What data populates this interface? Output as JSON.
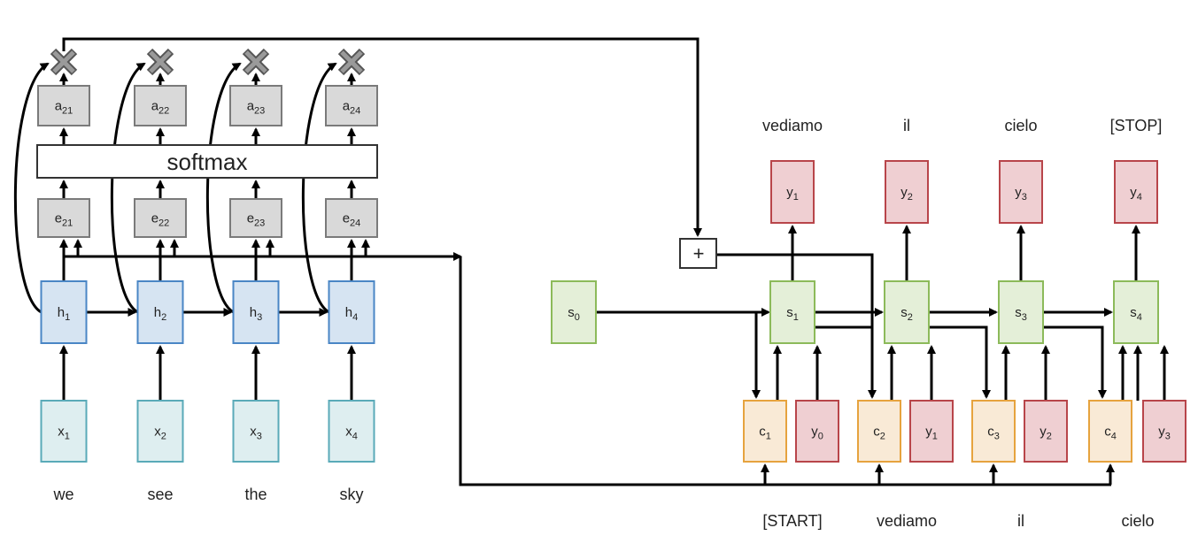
{
  "encoder": {
    "input_words": [
      "we",
      "see",
      "the",
      "sky"
    ],
    "x_nodes": [
      {
        "base": "x",
        "sub": "1"
      },
      {
        "base": "x",
        "sub": "2"
      },
      {
        "base": "x",
        "sub": "3"
      },
      {
        "base": "x",
        "sub": "4"
      }
    ],
    "h_nodes": [
      {
        "base": "h",
        "sub": "1"
      },
      {
        "base": "h",
        "sub": "2"
      },
      {
        "base": "h",
        "sub": "3"
      },
      {
        "base": "h",
        "sub": "4"
      }
    ],
    "e_nodes": [
      {
        "base": "e",
        "sub": "21"
      },
      {
        "base": "e",
        "sub": "22"
      },
      {
        "base": "e",
        "sub": "23"
      },
      {
        "base": "e",
        "sub": "24"
      }
    ],
    "a_nodes": [
      {
        "base": "a",
        "sub": "21"
      },
      {
        "base": "a",
        "sub": "22"
      },
      {
        "base": "a",
        "sub": "23"
      },
      {
        "base": "a",
        "sub": "24"
      }
    ],
    "softmax_label": "softmax",
    "multiply_symbol": "×"
  },
  "decoder": {
    "s0": {
      "base": "s",
      "sub": "0"
    },
    "s_nodes": [
      {
        "base": "s",
        "sub": "1"
      },
      {
        "base": "s",
        "sub": "2"
      },
      {
        "base": "s",
        "sub": "3"
      },
      {
        "base": "s",
        "sub": "4"
      }
    ],
    "c_nodes": [
      {
        "base": "c",
        "sub": "1"
      },
      {
        "base": "c",
        "sub": "2"
      },
      {
        "base": "c",
        "sub": "3"
      },
      {
        "base": "c",
        "sub": "4"
      }
    ],
    "y_in_nodes": [
      {
        "base": "y",
        "sub": "0"
      },
      {
        "base": "y",
        "sub": "1"
      },
      {
        "base": "y",
        "sub": "2"
      },
      {
        "base": "y",
        "sub": "3"
      }
    ],
    "y_out_nodes": [
      {
        "base": "y",
        "sub": "1"
      },
      {
        "base": "y",
        "sub": "2"
      },
      {
        "base": "y",
        "sub": "3"
      },
      {
        "base": "y",
        "sub": "4"
      }
    ],
    "output_words": [
      "vediamo",
      "il",
      "cielo",
      "[STOP]"
    ],
    "input_words": [
      "[START]",
      "vediamo",
      "il",
      "cielo"
    ],
    "sum_symbol": "+"
  },
  "colors": {
    "x_fill": "#deeef0",
    "x_stroke": "#5aaab8",
    "h_fill": "#d6e4f2",
    "h_stroke": "#4a86c5",
    "gray_fill": "#d9d9d9",
    "gray_stroke": "#7a7a7a",
    "s_fill": "#e4efd8",
    "s_stroke": "#8cba5a",
    "c_fill": "#f9ead6",
    "c_stroke": "#e6a33e",
    "y_fill": "#efcfd2",
    "y_stroke": "#b8454a",
    "line": "#000000"
  }
}
